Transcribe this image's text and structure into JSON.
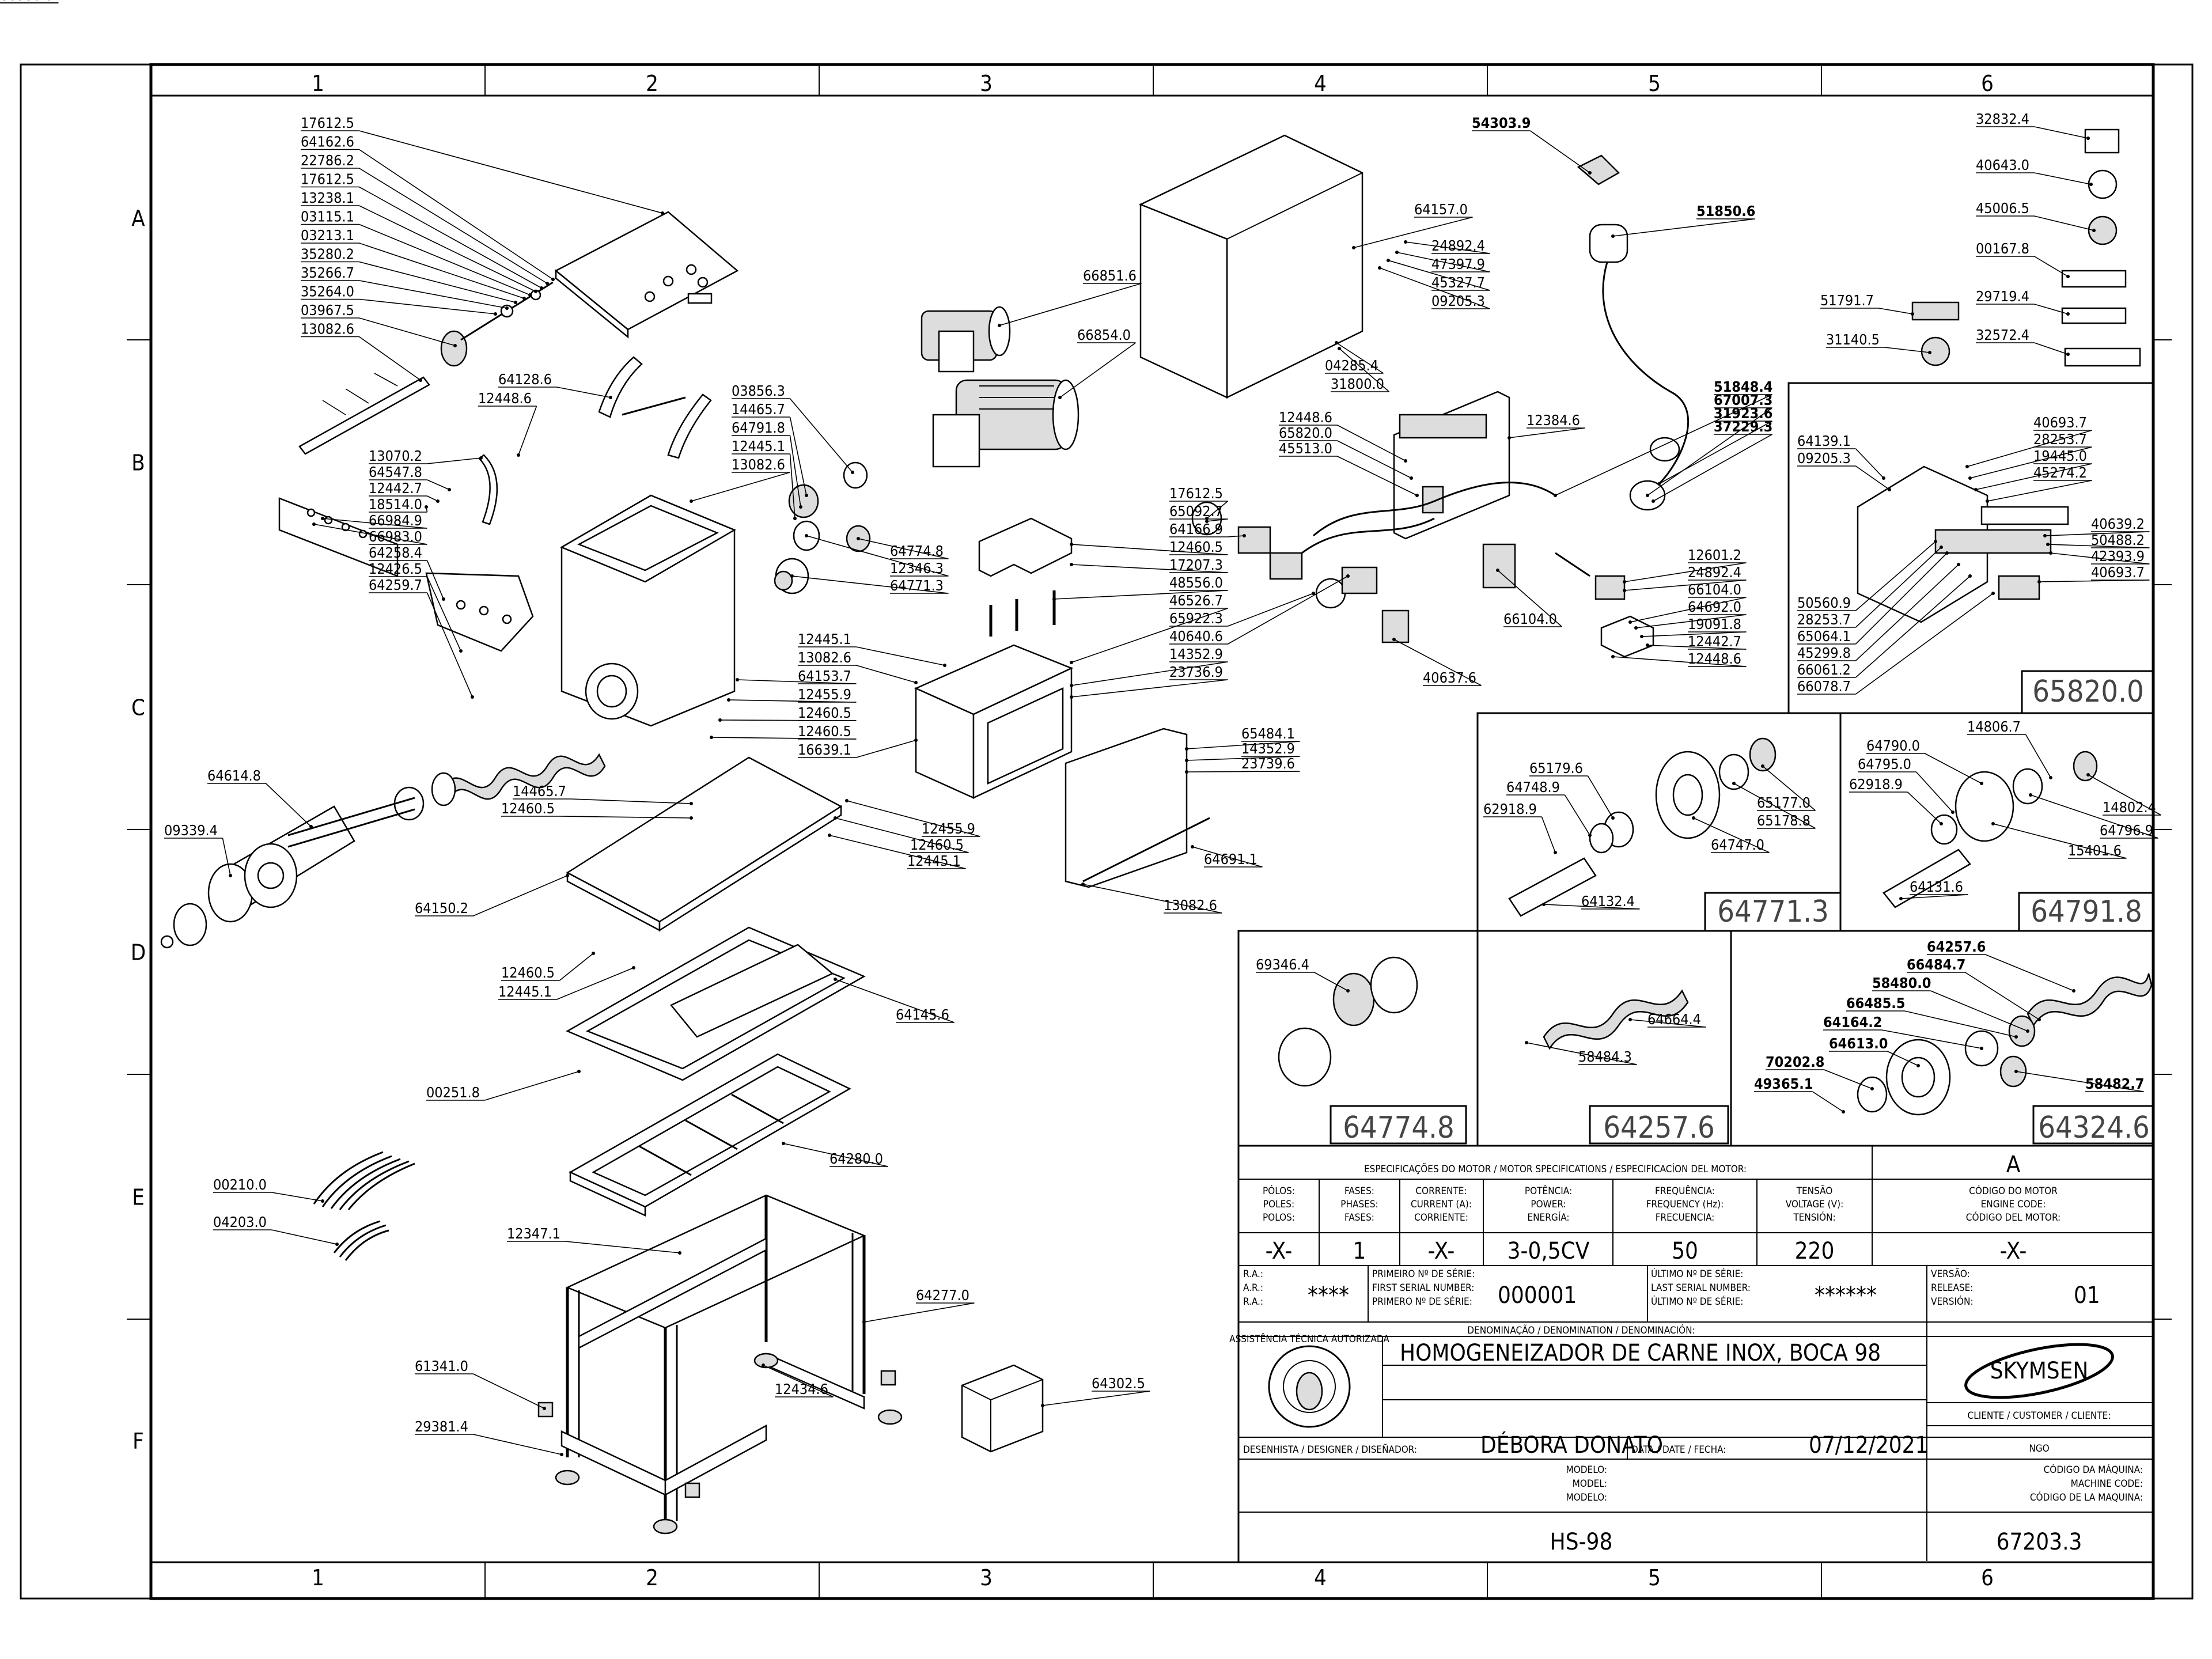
{
  "grid": {
    "columns": [
      "1",
      "2",
      "3",
      "4",
      "5",
      "6"
    ],
    "rows": [
      "A",
      "B",
      "C",
      "D",
      "E",
      "F"
    ]
  },
  "callouts": {
    "top_plate": [
      "17612.5",
      "64162.6",
      "22786.2",
      "17612.5",
      "13238.1",
      "03115.1",
      "03213.1",
      "35280.2",
      "35266.7",
      "35264.0",
      "03967.5",
      "13082.6"
    ],
    "side_left": [
      "13070.2",
      "64547.8",
      "12442.7",
      "18514.0",
      "66984.9",
      "66983.0",
      "64258.4",
      "12426.5",
      "64259.7"
    ],
    "bracket": [
      "64128.6",
      "12448.6"
    ],
    "bearing_group": [
      "03856.3",
      "14465.7",
      "64791.8",
      "12445.1",
      "13082.6",
      "64774.8",
      "12346.3",
      "64771.3"
    ],
    "hopper_right": [
      "12445.1",
      "13082.6",
      "64153.7",
      "12455.9",
      "12460.5",
      "12460.5",
      "16639.1"
    ],
    "table": [
      "14465.7",
      "12460.5",
      "12455.9",
      "12460.5",
      "12445.1",
      "64150.2"
    ],
    "frame_lower": [
      "12460.5",
      "12445.1",
      "64145.6",
      "00251.8",
      "64280.0",
      "64277.0",
      "12347.1",
      "61341.0",
      "29381.4",
      "12434.6",
      "64302.5"
    ],
    "spare_left": [
      "64614.8",
      "09339.4",
      "00210.0",
      "04203.0"
    ],
    "motors": [
      "66851.6",
      "66854.0"
    ],
    "cover": [
      "64157.0",
      "24892.4",
      "47397.9",
      "45327.7",
      "09205.3",
      "04285.4",
      "31800.0"
    ],
    "electrical_mid": [
      "12448.6",
      "65820.0",
      "45513.0",
      "12384.6",
      "17612.5",
      "65092.7",
      "64166.9",
      "12460.5",
      "17207.3",
      "48556.0",
      "46526.7",
      "65922.3",
      "40640.6",
      "14352.9",
      "23736.9"
    ],
    "plug": [
      "54303.9",
      "51850.6",
      "51848.4",
      "67007.3",
      "31923.6",
      "37229.3"
    ],
    "switch_block": [
      "12601.2",
      "24892.4",
      "66104.0",
      "64692.0",
      "19091.8",
      "12442.7",
      "12448.6",
      "66104.0",
      "40637.6"
    ],
    "lid": [
      "65484.1",
      "14352.9",
      "23739.6",
      "64691.1",
      "13082.6"
    ],
    "labels_right": [
      "32832.4",
      "40643.0",
      "45006.5",
      "00167.8",
      "29719.4",
      "51791.7",
      "31140.5",
      "32572.4"
    ]
  },
  "detail_65820": {
    "title": "65820.0",
    "left": [
      "64139.1",
      "09205.3",
      "50560.9",
      "28253.7",
      "65064.1",
      "45299.8",
      "66061.2",
      "66078.7"
    ],
    "right": [
      "40693.7",
      "28253.7",
      "19445.0",
      "45274.2",
      "40639.2",
      "50488.2",
      "42393.9",
      "40693.7"
    ]
  },
  "detail_64771": {
    "title": "64771.3",
    "labels": [
      "65179.6",
      "64748.9",
      "62918.9",
      "65177.0",
      "65178.8",
      "64747.0",
      "64132.4"
    ]
  },
  "detail_64791": {
    "title": "64791.8",
    "labels": [
      "14806.7",
      "64790.0",
      "64795.0",
      "62918.9",
      "14802.4",
      "64796.9",
      "15401.6",
      "64131.6"
    ]
  },
  "detail_64774": {
    "title": "64774.8",
    "labels": [
      "69346.4"
    ]
  },
  "detail_64257": {
    "title": "64257.6",
    "labels": [
      "64664.4",
      "58484.3"
    ]
  },
  "detail_64324": {
    "title": "64324.6",
    "labels": [
      "64257.6",
      "66484.7",
      "58480.0",
      "66485.5",
      "64164.2",
      "64613.0",
      "70202.8",
      "49365.1",
      "58482.7"
    ]
  },
  "title_block": {
    "motor_header": "ESPECIFICAÇÕES DO MOTOR / MOTOR SPECIFICATIONS / ESPECIFICACÍON DEL MOTOR:",
    "revision_letter": "A",
    "cols": [
      {
        "l1": "PÓLOS:",
        "l2": "POLES:",
        "l3": "POLOS:",
        "value": "-X-"
      },
      {
        "l1": "FASES:",
        "l2": "PHASES:",
        "l3": "FASES:",
        "value": "1"
      },
      {
        "l1": "CORRENTE:",
        "l2": "CURRENT (A):",
        "l3": "CORRIENTE:",
        "value": "-X-"
      },
      {
        "l1": "POTÊNCIA:",
        "l2": "POWER:",
        "l3": "ENERGÍA:",
        "value": "3-0,5CV"
      },
      {
        "l1": "FREQUÊNCIA:",
        "l2": "FREQUENCY (Hz):",
        "l3": "FRECUENCIA:",
        "value": "50"
      },
      {
        "l1": "TENSÃO",
        "l2": "VOLTAGE (V):",
        "l3": "TENSIÓN:",
        "value": "220"
      },
      {
        "l1": "CÓDIGO DO MOTOR",
        "l2": "ENGINE CODE:",
        "l3": "CÓDIGO DEL MOTOR:",
        "value": "-X-"
      }
    ],
    "ra": [
      "R.A.:",
      "A.R.:",
      "R.A.:"
    ],
    "ra_value": "****",
    "first_serial": [
      "PRIMEIRO Nº DE SÉRIE:",
      "FIRST SERIAL NUMBER:",
      "PRIMERO Nº DE SÉRIE:"
    ],
    "first_serial_value": "000001",
    "last_serial": [
      "ÚLTIMO Nº DE SÉRIE:",
      "LAST SERIAL NUMBER:",
      "ÚLTIMO Nº DE SÉRIE:"
    ],
    "last_serial_value": "******",
    "version": [
      "VERSÃO:",
      "RELEASE:",
      "VERSIÓN:"
    ],
    "version_value": "01",
    "denomination_header": "DENOMINAÇÃO / DENOMINATION / DENOMINACIÓN:",
    "denomination": "HOMOGENEIZADOR DE CARNE INOX, BOCA 98",
    "stamp_text": "ASSISTÊNCIA TÉCNICA AUTORIZADA",
    "brand": "SKYMSEN",
    "client_label": "CLIENTE / CUSTOMER / CLIENTE:",
    "client_value": "NGO",
    "designer_label": "DESENHISTA / DESIGNER / DISEÑADOR:",
    "designer": "DÉBORA DONATO",
    "date_label": "DATA / DATE / FECHA:",
    "date": "07/12/2021",
    "model_labels": [
      "MODELO:",
      "MODEL:",
      "MODELO:"
    ],
    "model": "HS-98",
    "machine_code_labels": [
      "CÓDIGO DA MÁQUINA:",
      "MACHINE CODE:",
      "CÓDIGO DE LA MAQUINA:"
    ],
    "machine_code": "67203.3"
  }
}
